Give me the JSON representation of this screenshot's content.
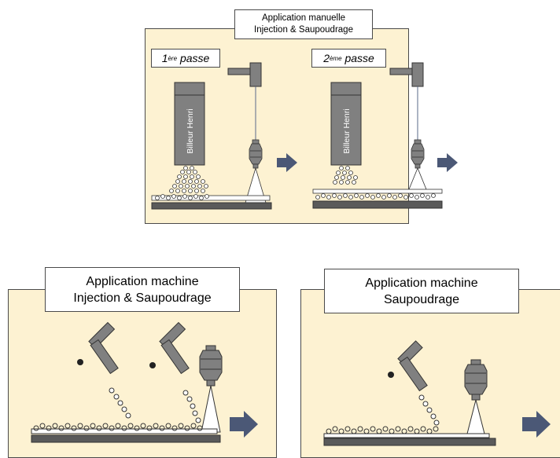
{
  "manual": {
    "title_line1": "Application manuelle",
    "title_line2": "Injection & Saupoudrage",
    "pass1": {
      "num": "1",
      "sup": "ère",
      "word": "passe"
    },
    "pass2": {
      "num": "2",
      "sup": "ème",
      "word": "passe"
    },
    "billeur_label": "Billeur Henri"
  },
  "machine_inj": {
    "title_line1": "Application machine",
    "title_line2": "Injection & Saupoudrage"
  },
  "machine_sau": {
    "title_line1": "Application machine",
    "title_line2": "Saupoudrage"
  },
  "colors": {
    "panel_fill": "#fdf2d2",
    "device": "#808080",
    "arrow": "#4b5876",
    "base": "#5a5a5a"
  }
}
